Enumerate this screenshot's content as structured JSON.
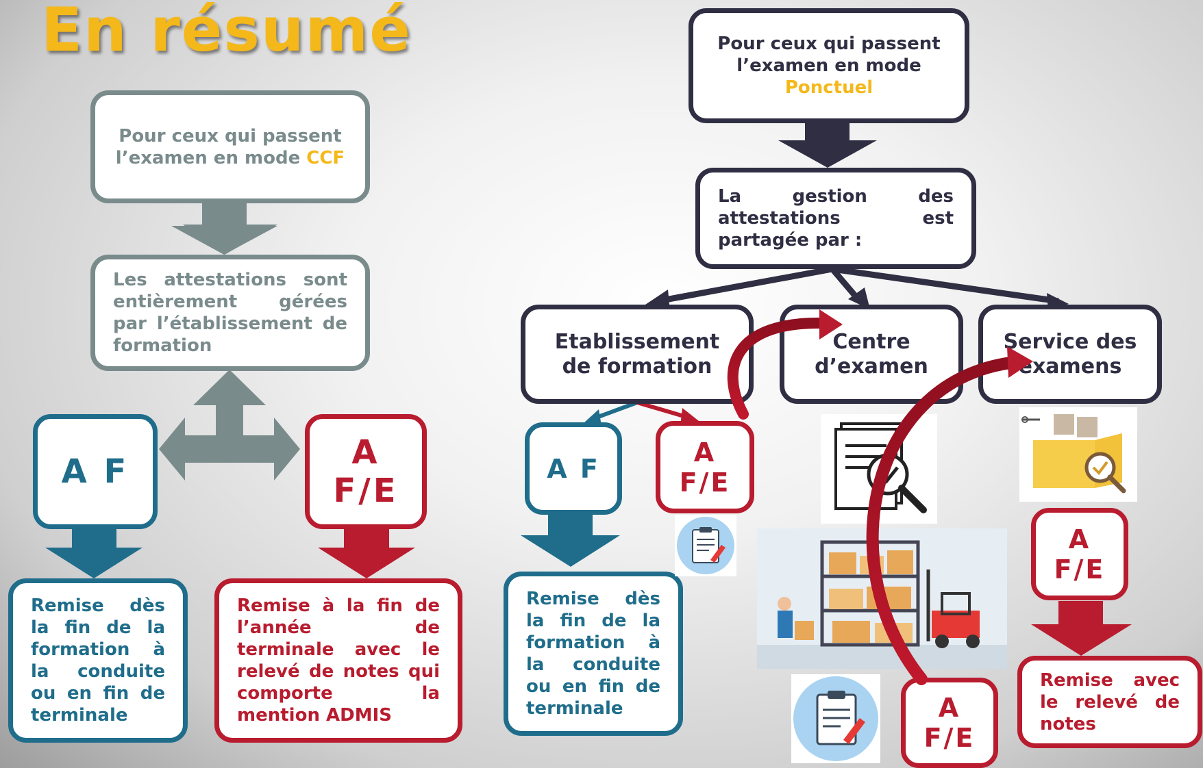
{
  "title": "En résumé",
  "ccf": {
    "intro_part1": "Pour ceux qui passent l’examen en mode ",
    "intro_highlight": "CCF",
    "attestations": "Les attestations sont entièrement gérées par l’établissement de formation",
    "af_label": "A F",
    "afe_label_top": "A",
    "afe_label_bottom": "F/E",
    "af_remise": "Remise dès la fin de la formation à la conduite ou en fin de terminale",
    "afe_remise": "Remise à la fin de l’année de terminale avec le relevé de notes qui comporte la mention ADMIS"
  },
  "ponctuel": {
    "intro_part1": "Pour ceux qui passent l’examen en mode ",
    "intro_highlight": "Ponctuel",
    "gestion": "La gestion des attestations est partagée par :",
    "etablissement": "Etablissement de formation",
    "centre": "Centre d’examen",
    "service": "Service des examens",
    "af_label": "A F",
    "afe_top": "A",
    "afe_bottom": "F/E",
    "af_remise": "Remise dès la fin de la formation à la conduite ou en fin de terminale",
    "service_remise": "Remise avec le relevé de notes"
  },
  "colors": {
    "gray": "#7a8b8c",
    "dark": "#2f2e43",
    "blue": "#1f6d8b",
    "red": "#b81c2e",
    "accent": "#f4b81a"
  },
  "icons": [
    "clipboard-icon",
    "document-search-icon",
    "warehouse-illustration",
    "folder-search-icon",
    "curved-arrow-icon"
  ]
}
